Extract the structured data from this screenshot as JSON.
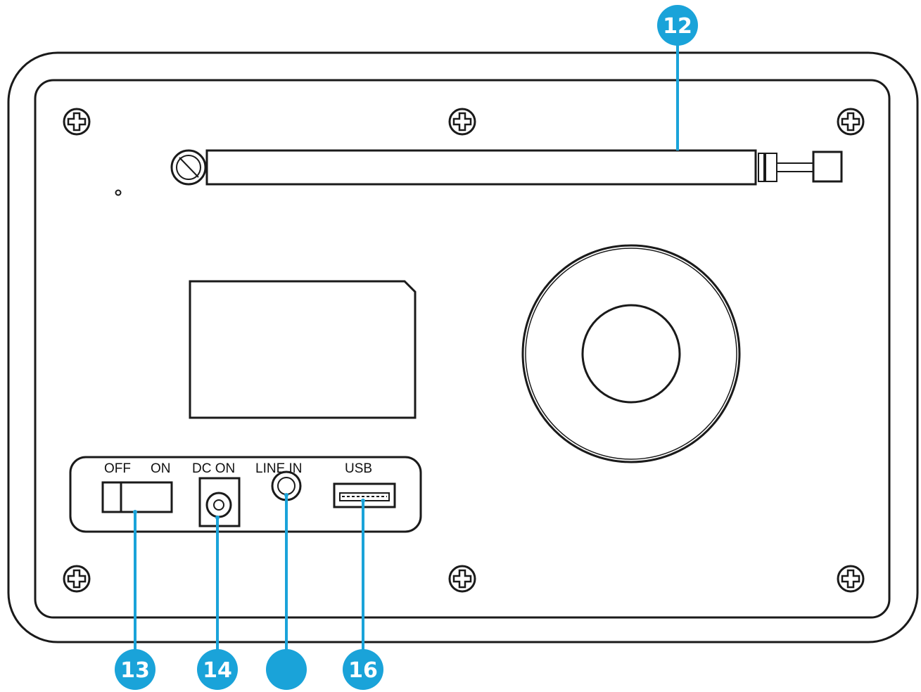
{
  "colors": {
    "callout": "#1aa3d9",
    "outline": "#1a1a1a",
    "background": "#ffffff"
  },
  "labels": {
    "switch_off": "OFF",
    "switch_on": "ON",
    "dc_on": "DC ON",
    "line_in": "LINE IN",
    "usb": "USB"
  },
  "callouts": {
    "antenna": "12",
    "power_switch": "13",
    "dc_input": "14",
    "line_in": "",
    "usb": "16"
  },
  "icons": {
    "screws": "screw-icon",
    "speaker": "speaker-icon",
    "antenna": "antenna-icon"
  }
}
